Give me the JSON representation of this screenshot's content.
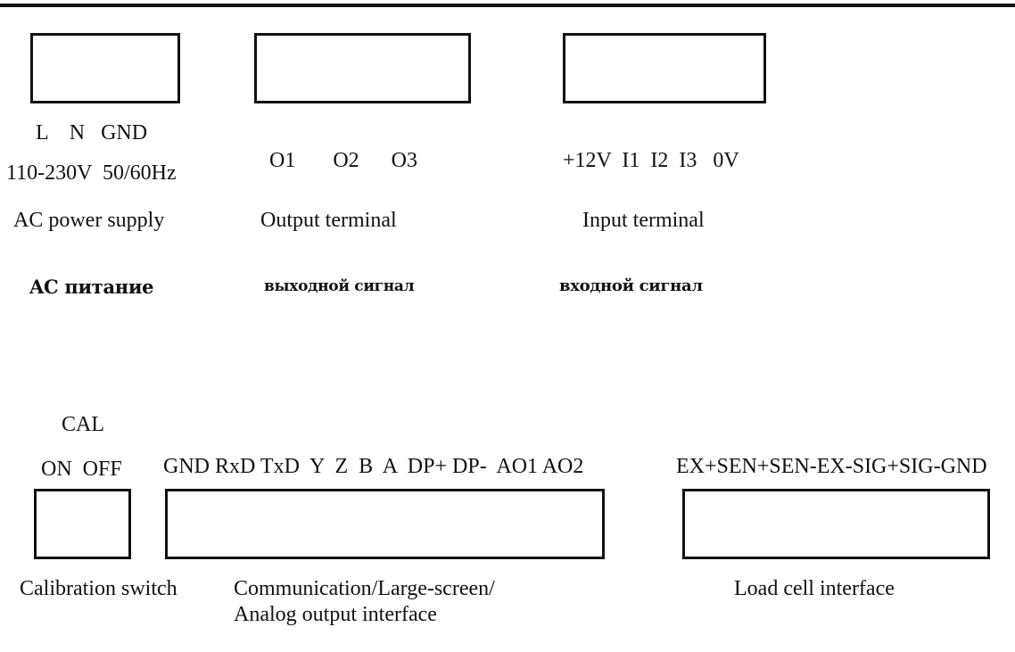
{
  "power": {
    "terminals": "L    N   GND",
    "voltage": "110-230V  50/60Hz",
    "title_en": "AC power supply",
    "title_ru": "AC питание"
  },
  "output": {
    "terminals": "O1       O2      O3",
    "title_en": "Output terminal",
    "title_ru": "выходной сигнал"
  },
  "input": {
    "terminals": "+12V  I1  I2  I3   0V",
    "title_en": "Input terminal",
    "title_ru": "входной сигнал"
  },
  "calibration": {
    "cal_label": "CAL",
    "on_off": "ON  OFF",
    "title_en": "Calibration switch"
  },
  "communication": {
    "terminals": "GND RxD TxD  Y  Z  B  A  DP+ DP-  AO1 AO2",
    "title_en_line1": "Communication/Large-screen/",
    "title_en_line2": "Analog output interface"
  },
  "loadcell": {
    "terminals": "EX+SEN+SEN-EX-SIG+SIG-GND",
    "title_en": "Load cell interface"
  }
}
